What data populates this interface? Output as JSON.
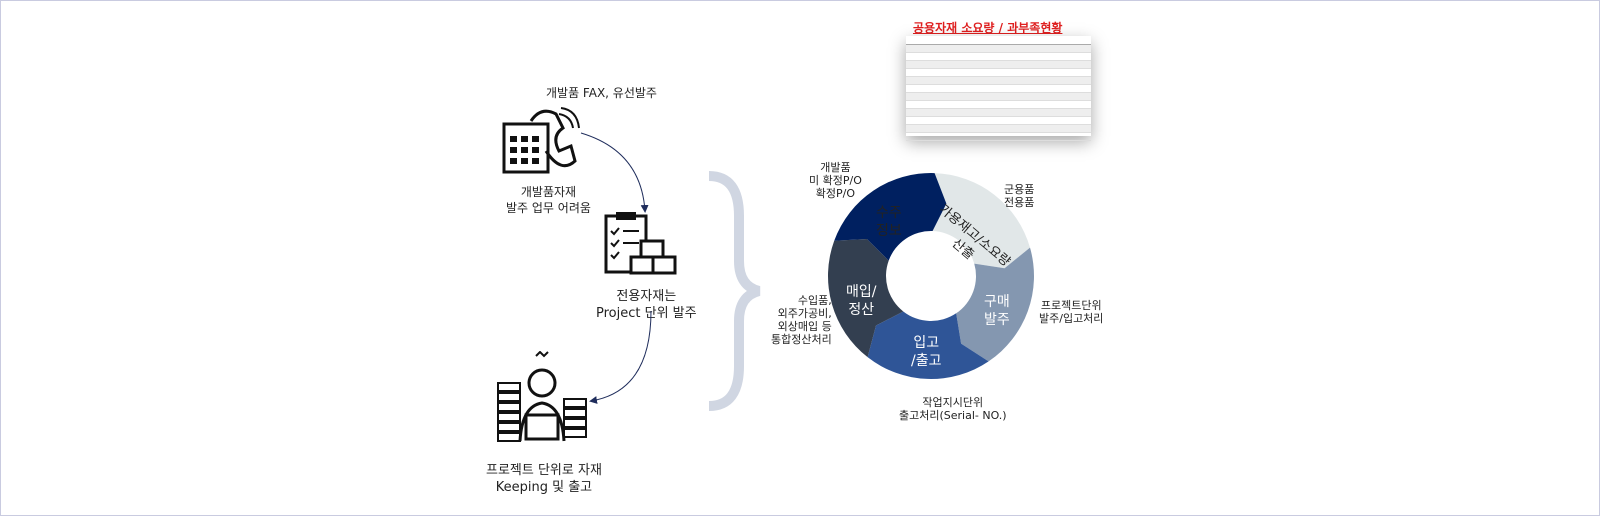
{
  "left_flow": {
    "top_caption": "개발품 FAX, 유선발주",
    "phone_caption": [
      "개발품자재",
      "발주 업무 어려움"
    ],
    "clipboard_caption": [
      "전용자재는",
      "Project 단위 발주"
    ],
    "person_caption": [
      "프로젝트 단위로 자재",
      "Keeping 및 출고"
    ]
  },
  "screenshot": {
    "title": "공용자재 소요량 / 과부족현황"
  },
  "cycle": {
    "segments": [
      {
        "label": [
          "수주",
          "정보"
        ],
        "color": "#e1e7e8",
        "text_color": "#222"
      },
      {
        "label": [
          "가용재고/소요량",
          "산출"
        ],
        "color": "#8497b0",
        "text_color": "#222"
      },
      {
        "label": [
          "구매",
          "발주"
        ],
        "color": "#2f5597",
        "text_color": "#fff"
      },
      {
        "label": [
          "입고",
          "/출고"
        ],
        "color": "#333f50",
        "text_color": "#fff"
      },
      {
        "label": [
          "매입/",
          "정산"
        ],
        "color": "#002060",
        "text_color": "#fff"
      }
    ],
    "notes": {
      "order": [
        "개발품",
        "미 확정P/O",
        "확정P/O"
      ],
      "stock": [
        "군용품",
        "전용품"
      ],
      "purchase": [
        "프로젝트단위",
        "발주/입고처리"
      ],
      "inout": [
        "작업지시단위",
        "출고처리(Serial- NO.)"
      ],
      "settle": [
        "수입품,",
        "외주가공비,",
        "외상매입 등",
        "통합정산처리"
      ]
    }
  }
}
